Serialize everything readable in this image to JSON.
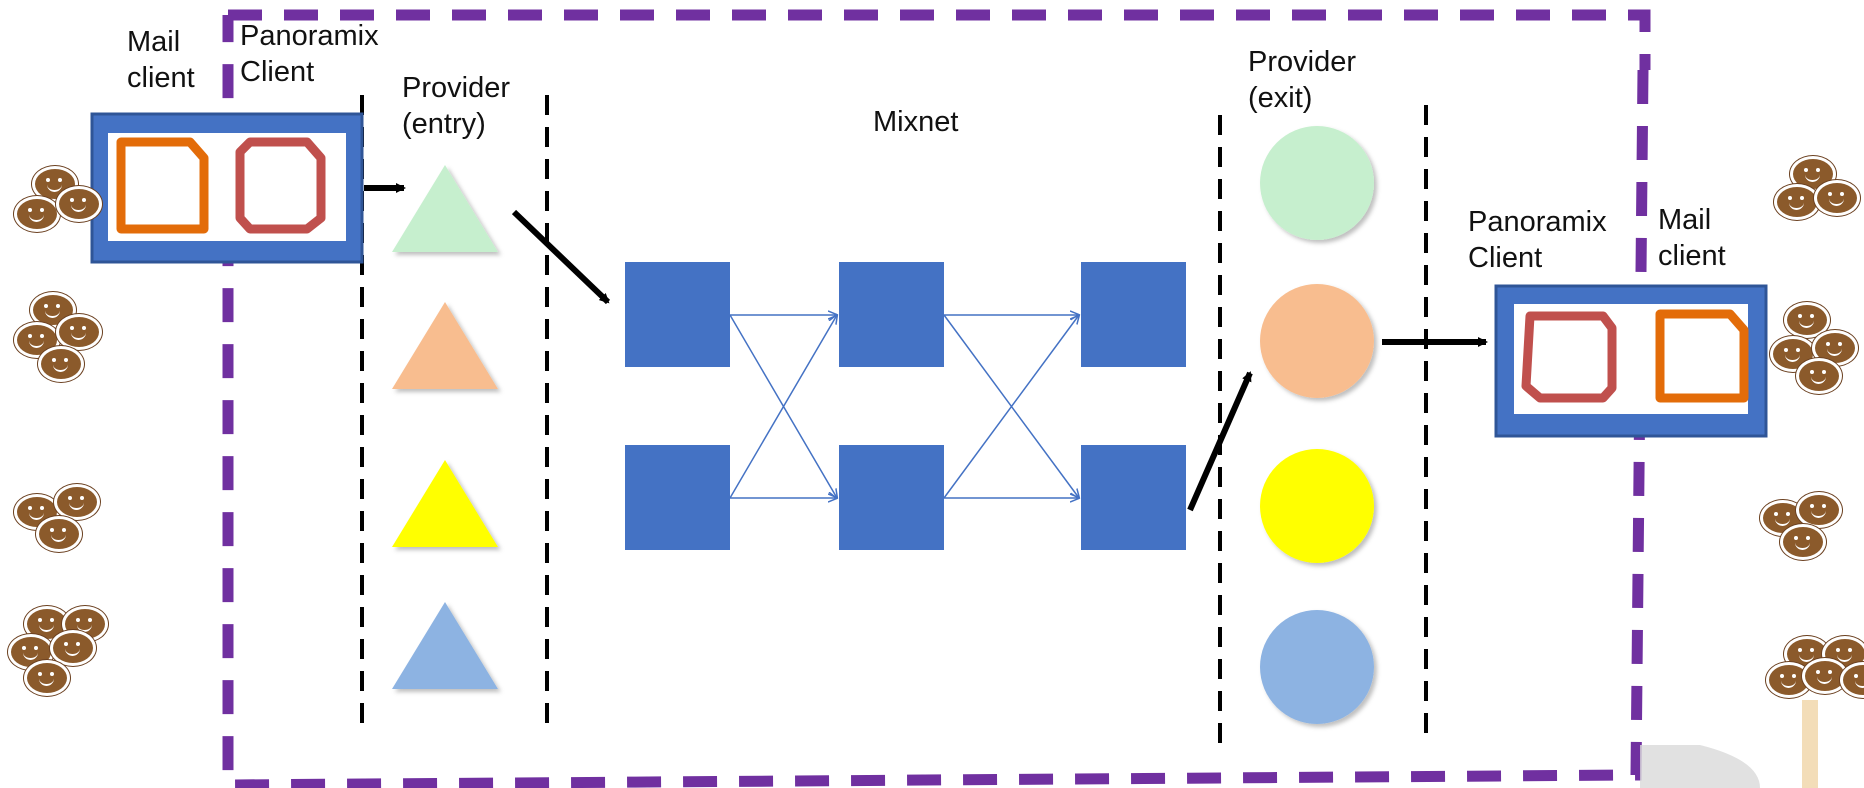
{
  "labels": {
    "mail_client_left": "Mail\nclient",
    "panoramix_client_left": "Panoramix\nClient",
    "provider_entry": "Provider\n(entry)",
    "mixnet": "Mixnet",
    "provider_exit": "Provider\n(exit)",
    "panoramix_client_right": "Panoramix\nClient",
    "mail_client_right": "Mail\nclient"
  },
  "colors": {
    "boundary": "#7030A0",
    "mix_node": "#4472C4",
    "client_box": "#4472C4",
    "mail_doc": "#E36C09",
    "panoramix_doc": "#C0504D",
    "provider_green": "#C6EFCE",
    "provider_orange": "#F8BD8F",
    "provider_yellow": "#FFFF00",
    "provider_blue": "#8DB3E2",
    "user_face": "#8B5A2B"
  },
  "entry_providers": [
    {
      "shape": "triangle",
      "color": "#C6EFCE"
    },
    {
      "shape": "triangle",
      "color": "#F8BD8F"
    },
    {
      "shape": "triangle",
      "color": "#FFFF00"
    },
    {
      "shape": "triangle",
      "color": "#8DB3E2"
    }
  ],
  "exit_providers": [
    {
      "shape": "circle",
      "color": "#C6EFCE"
    },
    {
      "shape": "circle",
      "color": "#F8BD8F"
    },
    {
      "shape": "circle",
      "color": "#FFFF00"
    },
    {
      "shape": "circle",
      "color": "#8DB3E2"
    }
  ],
  "mixnet": {
    "layers": 3,
    "nodes_per_layer": 2
  },
  "user_groups": {
    "left": [
      3,
      4,
      3,
      5
    ],
    "right": [
      3,
      4,
      3,
      5
    ]
  },
  "icons": [
    "mail-document-icon",
    "panoramix-document-icon",
    "user-face-icon",
    "arrow-icon"
  ]
}
